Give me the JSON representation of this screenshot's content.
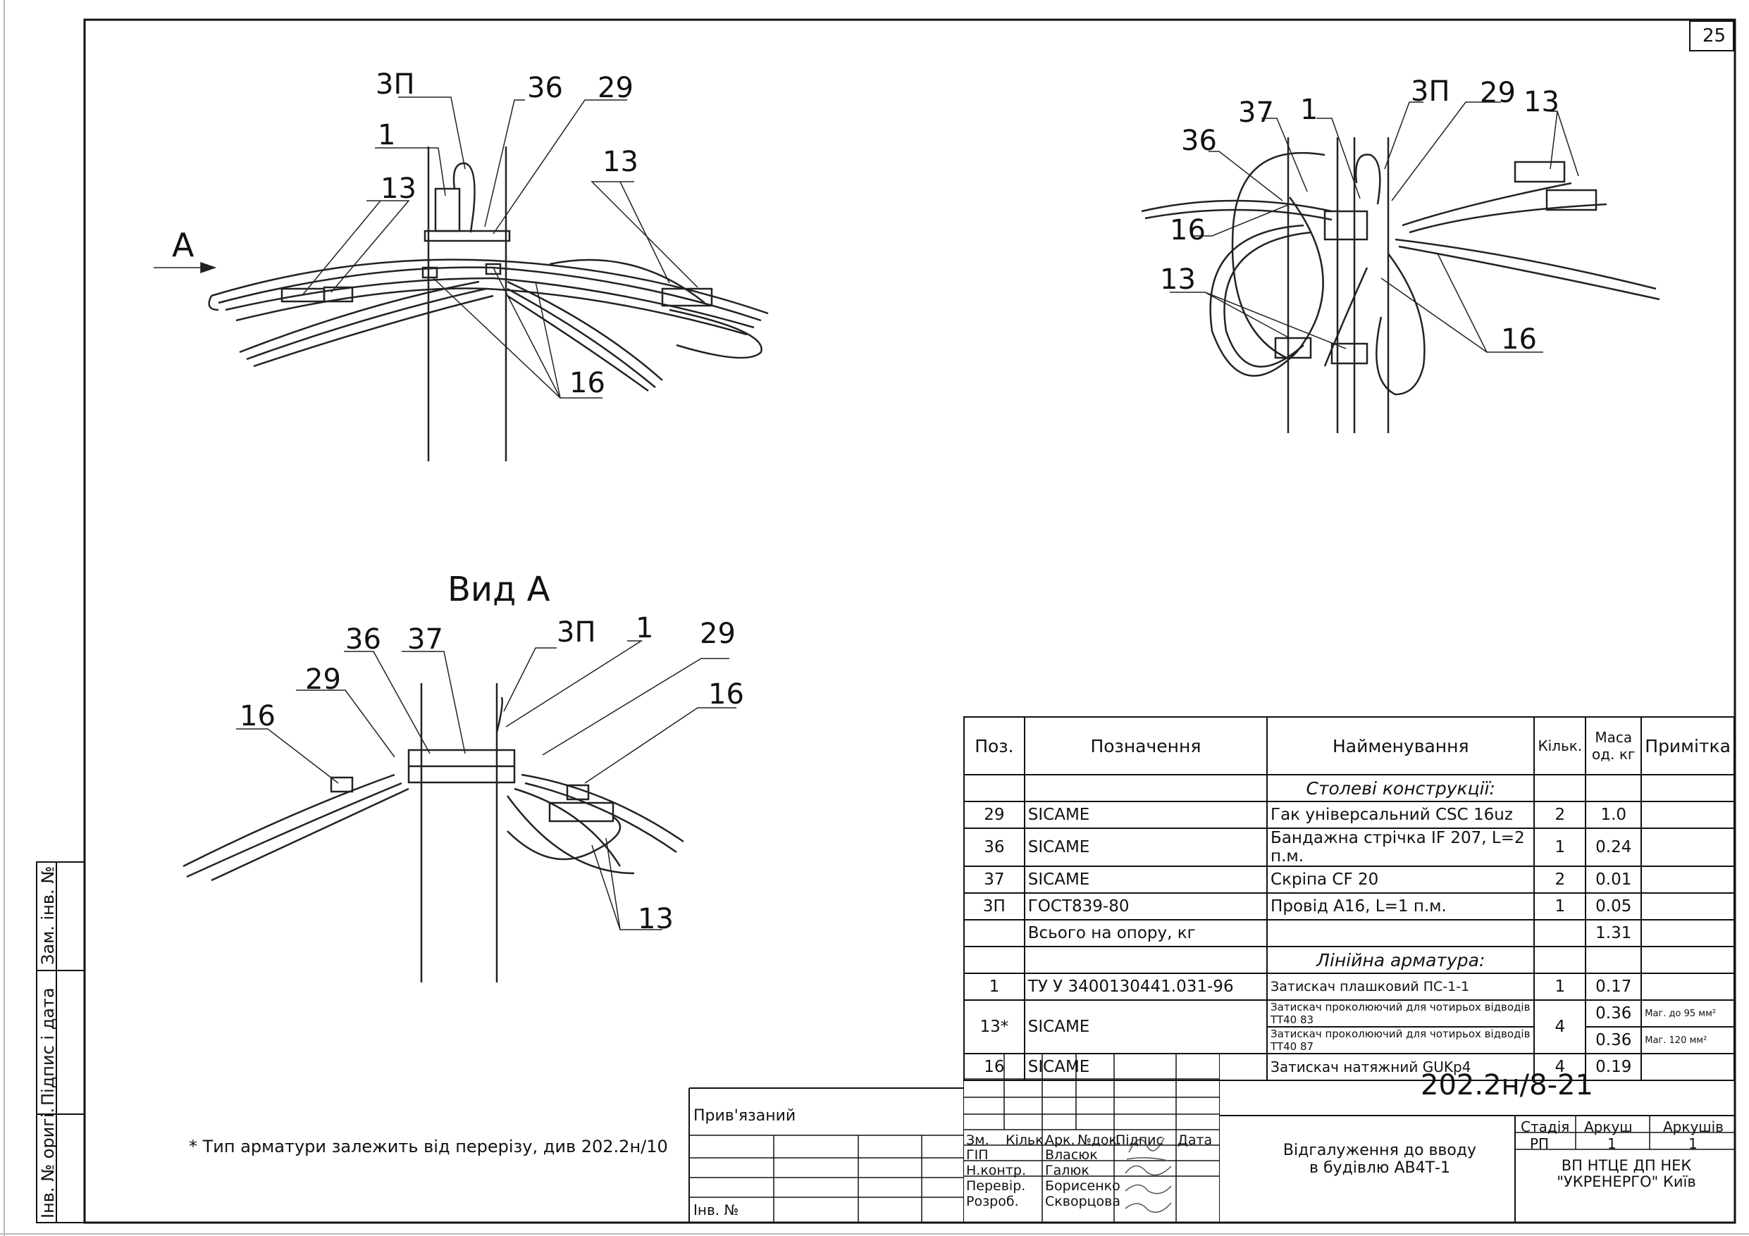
{
  "sheet_number": "25",
  "top_left_view": {
    "callouts": {
      "zp": "3П",
      "n36": "36",
      "n29": "29",
      "n1": "1",
      "n13a": "13",
      "n13b": "13",
      "n16": "16",
      "arrow_a": "A"
    }
  },
  "top_right_view": {
    "callouts": {
      "n37": "37",
      "n1": "1",
      "zp": "3П",
      "n29": "29",
      "n13a": "13",
      "n36": "36",
      "n16a": "16",
      "n13b": "13",
      "n16b": "16"
    }
  },
  "bottom_view": {
    "title": "Вид А",
    "callouts": {
      "n36": "36",
      "n37": "37",
      "zp": "3П",
      "n1": "1",
      "n29a": "29",
      "n29b": "29",
      "n16a": "16",
      "n16b": "16",
      "n13": "13"
    }
  },
  "footnote": "* Тип арматури залежить від перерізу, див 202.2н/10",
  "spec_table": {
    "headers": {
      "pos": "Поз.",
      "designation": "Позначення",
      "name": "Найменування",
      "qty": "Кільк.",
      "mass": "Маса од. кг",
      "note": "Примітка"
    },
    "section1": "Столеві конструкції:",
    "rows1": [
      {
        "pos": "29",
        "designation": "SICAME",
        "name": "Гак універсальний CSC 16uz",
        "qty": "2",
        "mass": "1.0",
        "note": ""
      },
      {
        "pos": "36",
        "designation": "SICAME",
        "name": "Бандажна стрічка IF 207, L=2 п.м.",
        "qty": "1",
        "mass": "0.24",
        "note": ""
      },
      {
        "pos": "37",
        "designation": "SICAME",
        "name": "Скріпа CF 20",
        "qty": "2",
        "mass": "0.01",
        "note": ""
      },
      {
        "pos": "3П",
        "designation": "ГОСТ839-80",
        "name": "Провід А16, L=1 п.м.",
        "qty": "1",
        "mass": "0.05",
        "note": ""
      }
    ],
    "total_label": "Всього на опору, кг",
    "total_value": "1.31",
    "section2": "Лінійна арматура:",
    "row_1": {
      "pos": "1",
      "designation": "ТУ У 3400130441.031-96",
      "name": "Затискач плашковий ПС-1-1",
      "qty": "1",
      "mass": "0.17"
    },
    "row_13": {
      "pos": "13*",
      "designation": "SICAME",
      "name_a": "Затискач проколюючий для чотирьох відводів TT40 83",
      "name_b": "Затискач проколюючий для чотирьох відводів TT40 87",
      "qty": "4",
      "mass_a": "0.36",
      "mass_b": "0.36",
      "note_a": "Маг. до 95 мм²",
      "note_b": "Маг. 120 мм²"
    },
    "row_16": {
      "pos": "16",
      "designation": "SICAME",
      "name": "Затискач натяжний GUKp4",
      "qty": "4",
      "mass": "0.19"
    }
  },
  "title_block": {
    "doc_code": "202.2н/8-21",
    "pryvyazanyi": "Прив'язаний",
    "inv_no": "Інв. №",
    "col_headers": {
      "zm": "Зм.",
      "kilk": "Кільк.",
      "ark": "Арк.",
      "ndok": "№док.",
      "pidpys": "Підпис",
      "data": "Дата"
    },
    "roles": [
      {
        "role": "ГІП",
        "name": "Власюк"
      },
      {
        "role": "Н.контр.",
        "name": "Галюк"
      },
      {
        "role": "Перевір.",
        "name": "Борисенко"
      },
      {
        "role": "Розроб.",
        "name": "Скворцова"
      }
    ],
    "description": "Відгалуження до вводу в будівлю АВ4Т-1",
    "stage_label": "Стадія",
    "sheet_label": "Аркуш",
    "sheets_label": "Аркушів",
    "stage": "РП",
    "sheet": "1",
    "sheets": "1",
    "org": "ВП НТЦЕ ДП НЕК \"УКРЕНЕРГО\" Київ"
  },
  "side_stamps": {
    "zam_inv": "Зам. інв. №",
    "pidpys_data": "Підпис і дата",
    "inv_orig": "Інв. № оригі."
  }
}
